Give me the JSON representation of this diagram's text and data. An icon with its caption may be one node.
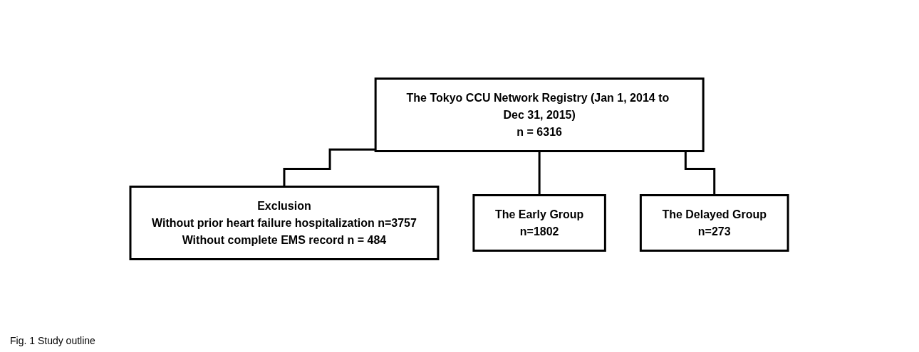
{
  "diagram": {
    "caption": "Fig. 1 Study outline",
    "nodes": [
      {
        "text": [
          "The Tokyo CCU Network Registry (Jan 1, 2014 to Dec 31, 2015)",
          "n = 6316"
        ]
      },
      {
        "text": [
          "Exclusion",
          "Without prior heart failure hospitalization n=3757",
          "Without complete EMS record n = 484"
        ]
      },
      {
        "text": [
          "The Early Group",
          "n=1802"
        ]
      },
      {
        "text": [
          "The Delayed Group",
          "n=273"
        ]
      }
    ],
    "edges": [
      {
        "from": 0,
        "to": 1,
        "arrow": "none"
      },
      {
        "from": 0,
        "to": 2,
        "arrow": "none"
      },
      {
        "from": 0,
        "to": 3,
        "arrow": "none"
      }
    ]
  }
}
